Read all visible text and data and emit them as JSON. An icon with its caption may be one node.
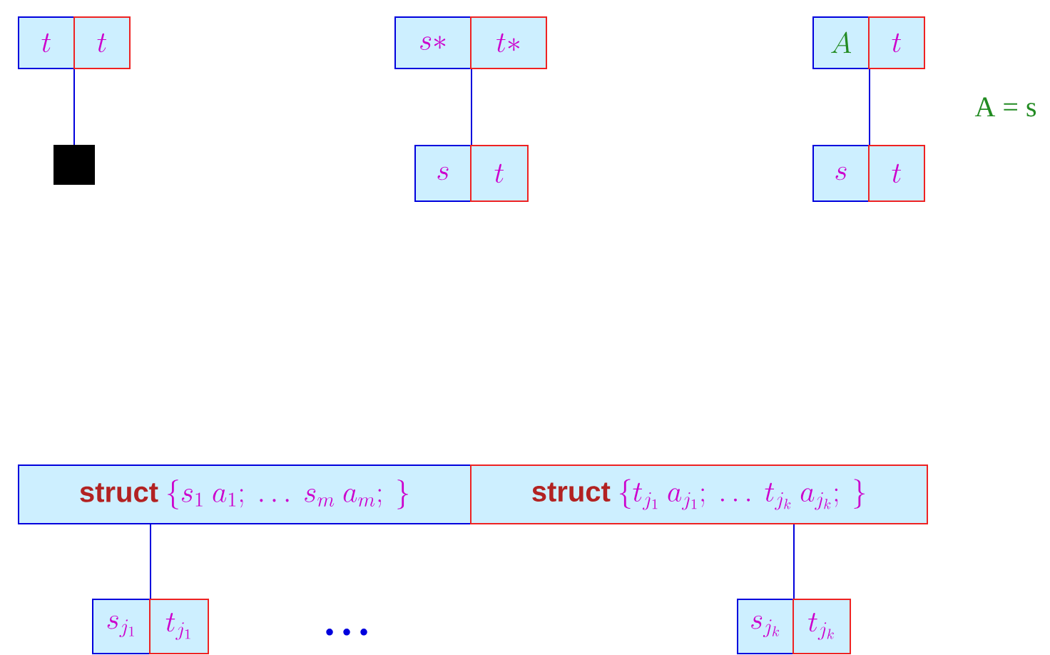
{
  "diagram": {
    "nodes": [
      {
        "text": [
          "t"
        ]
      },
      {
        "text": [
          "t"
        ]
      },
      {
        "text": [],
        "shape": "box"
      },
      {
        "text": [
          "s *"
        ]
      },
      {
        "text": [
          "t *"
        ]
      },
      {
        "text": [
          "s"
        ]
      },
      {
        "text": [
          "t"
        ]
      },
      {
        "text": [
          "A"
        ]
      },
      {
        "text": [
          "t"
        ]
      },
      {
        "text": [
          "s"
        ]
      },
      {
        "text": [
          "t"
        ]
      },
      {
        "text": [
          "struct",
          "\\{s_1\\ a_1;\\ \\ldots\\ s_m\\ a_m;\\ \\}"
        ]
      },
      {
        "text": [
          "struct",
          "\\{t_{j_1}\\ a_{j_1};\\ \\ldots\\ t_{j_k}\\ a_{j_k};\\ \\}"
        ]
      },
      {
        "text": [
          "s_{j_1}"
        ]
      },
      {
        "text": [
          "t_{j_1}"
        ]
      },
      {
        "text": [
          "s_{j_k}"
        ]
      },
      {
        "text": [
          "t_{j_k}"
        ]
      }
    ],
    "edges": [
      {
        "from": 0,
        "to": 2,
        "arrow": "none"
      },
      {
        "from": 3,
        "to": 5,
        "arrow": "none"
      },
      {
        "from": 7,
        "to": 9,
        "arrow": "none"
      },
      {
        "from": 11,
        "to": 13,
        "arrow": "none"
      },
      {
        "from": 12,
        "to": 15,
        "arrow": "none"
      }
    ],
    "labels": [
      "A = s",
      "• • •"
    ]
  }
}
